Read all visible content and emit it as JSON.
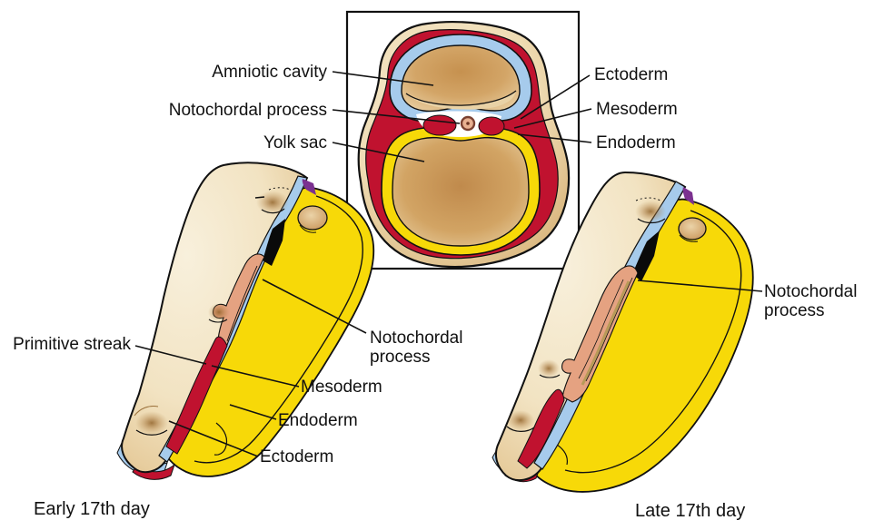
{
  "figure": {
    "cross_section": {
      "left_labels": {
        "amniotic_cavity": "Amniotic cavity",
        "notochordal_process": "Notochordal process",
        "yolk_sac": "Yolk sac"
      },
      "right_labels": {
        "ectoderm": "Ectoderm",
        "mesoderm": "Mesoderm",
        "endoderm": "Endoderm"
      }
    },
    "early_embryo": {
      "caption": "Early 17th day",
      "labels": {
        "primitive_streak": "Primitive streak",
        "notochordal_process": "Notochordal process",
        "mesoderm": "Mesoderm",
        "endoderm": "Endoderm",
        "ectoderm": "Ectoderm"
      }
    },
    "late_embryo": {
      "caption": "Late 17th day",
      "labels": {
        "notochordal_process": "Notochordal process"
      }
    },
    "colors": {
      "ectoderm_blue": "#A6CBEC",
      "mesoderm_red": "#C0122F",
      "endoderm_yellow": "#F7D908",
      "notochord_salmon": "#E5A281",
      "primitive_node_purple": "#7B3190",
      "outline": "#111111"
    }
  }
}
